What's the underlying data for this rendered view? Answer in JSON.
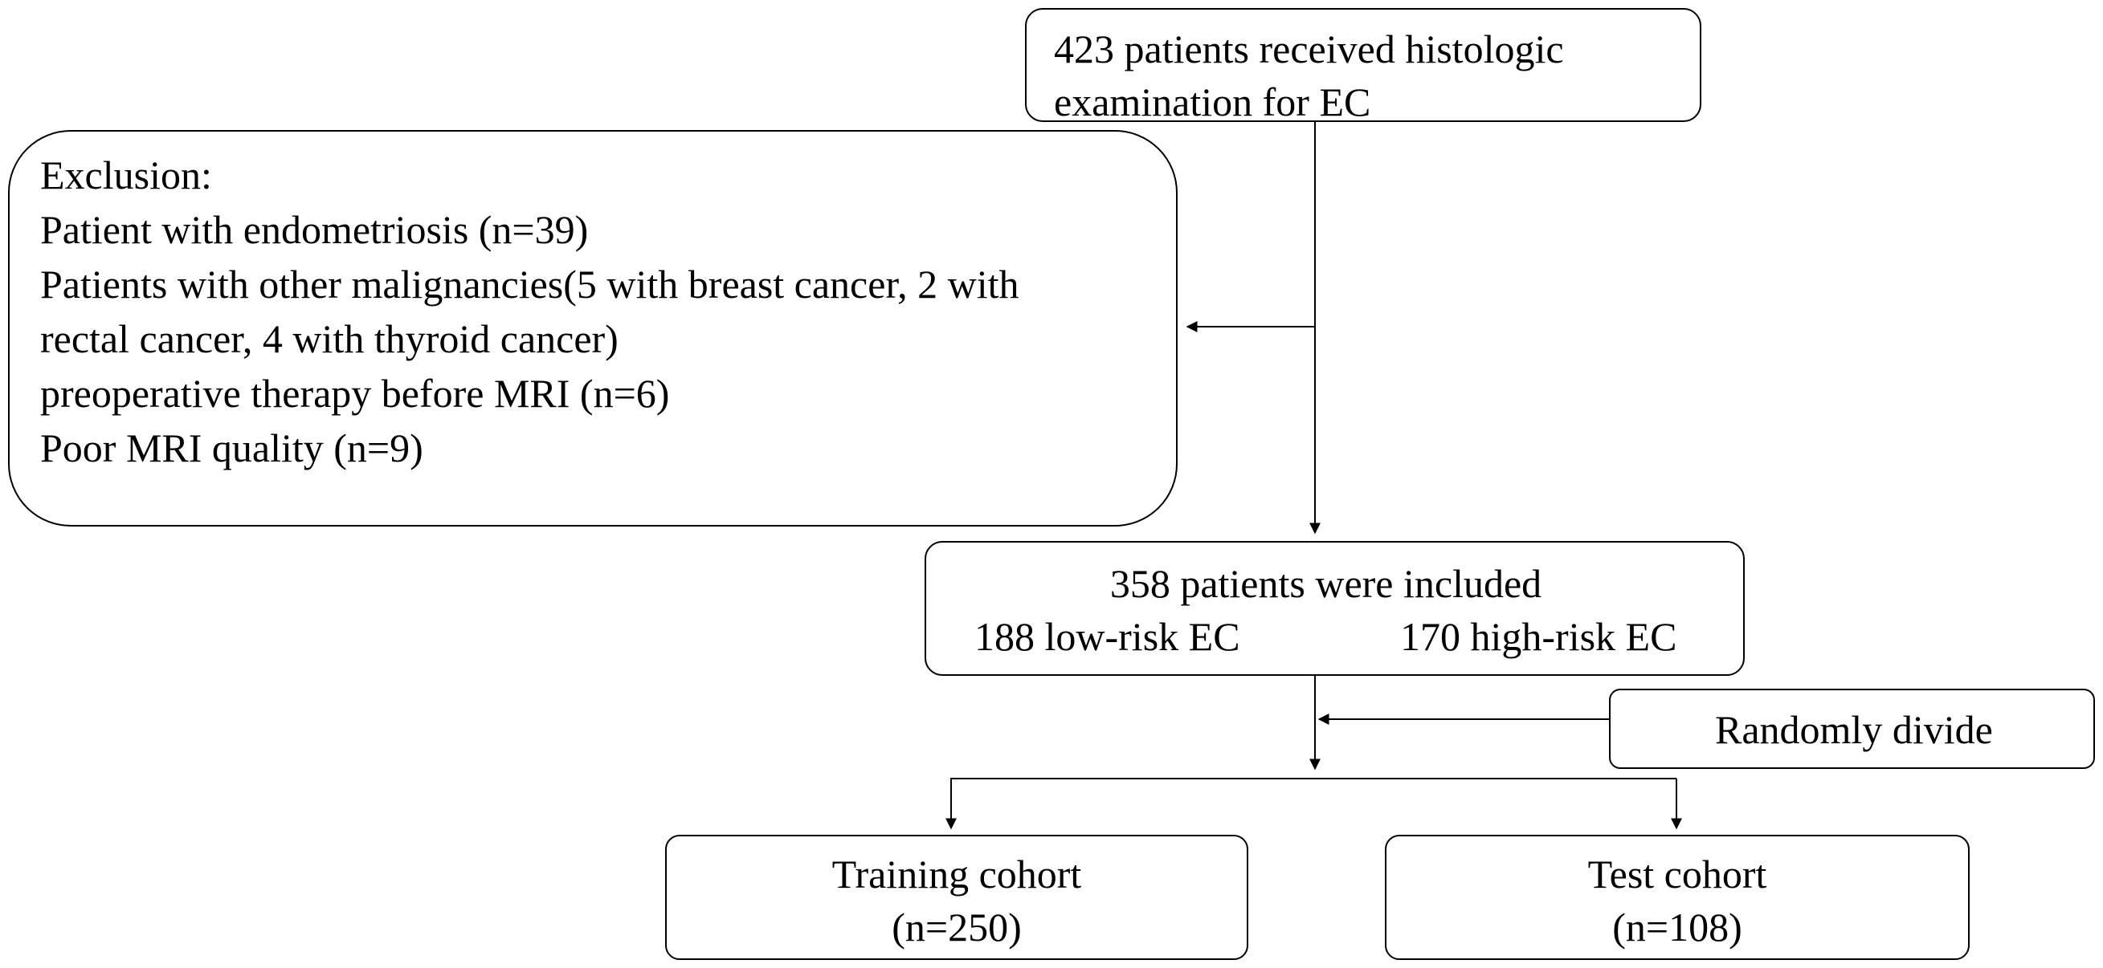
{
  "flowchart": {
    "examined": {
      "lines": [
        "423 patients received  histologic",
        "examination for EC"
      ]
    },
    "exclusion": {
      "title": "Exclusion:",
      "items": [
        "Patient with endometriosis (n=39)",
        "Patients with other malignancies(5 with breast cancer, 2 with",
        "rectal cancer, 4 with thyroid cancer)",
        "preoperative therapy before MRI (n=6)",
        "Poor MRI quality (n=9)"
      ]
    },
    "included": {
      "title": "358 patients were included",
      "low_risk": "188 low-risk  EC",
      "high_risk": "170 high-risk EC"
    },
    "divide": {
      "label": "Randomly divide"
    },
    "training": {
      "title": "Training cohort",
      "count": "(n=250)"
    },
    "test": {
      "title": "Test cohort",
      "count": "(n=108)"
    }
  },
  "style": {
    "line_color": "#000000",
    "box_fill": "#ffffff"
  }
}
